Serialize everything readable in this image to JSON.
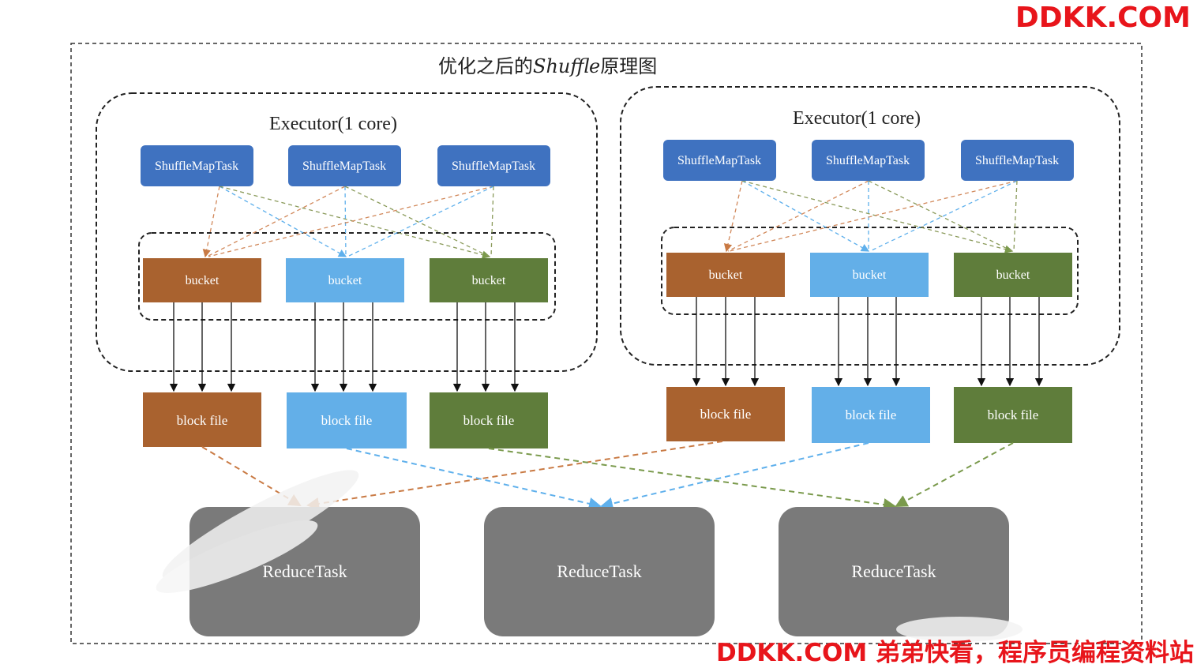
{
  "diagram": {
    "title_prefix": "优化之后的",
    "title_italic": "Shuffle",
    "title_suffix": "原理图",
    "executors": [
      {
        "label": "Executor(1 core)",
        "tasks": [
          "ShuffleMapTask",
          "ShuffleMapTask",
          "ShuffleMapTask"
        ],
        "buckets": [
          "bucket",
          "bucket",
          "bucket"
        ],
        "block_files": [
          "block file",
          "block file",
          "block file"
        ]
      },
      {
        "label": "Executor(1 core)",
        "tasks": [
          "ShuffleMapTask",
          "ShuffleMapTask",
          "ShuffleMapTask"
        ],
        "buckets": [
          "bucket",
          "bucket",
          "bucket"
        ],
        "block_files": [
          "block file",
          "block file",
          "block file"
        ]
      }
    ],
    "reduce_tasks": [
      "ReduceTask",
      "ReduceTask",
      "ReduceTask"
    ],
    "colors": {
      "task": "#3f72c0",
      "orange": "#a9622f",
      "blue": "#63afe8",
      "green": "#5f7d3b",
      "reduce": "#7a7a7a"
    }
  },
  "watermark": {
    "top": "DDKK.COM",
    "bottom": "DDKK.COM 弟弟快看，程序员编程资料站"
  }
}
